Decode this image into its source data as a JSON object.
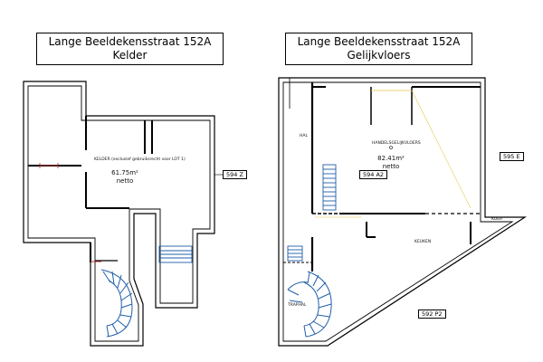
{
  "plans": {
    "kelder": {
      "title_line1": "Lange Beeldekensstraat 152A",
      "title_line2": "Kelder",
      "room_label": "KELDER (exclusief gebruiksrecht voor LOT 1)",
      "area": "61.75m²",
      "area_note": "netto",
      "tag_right": "594 Z"
    },
    "gelijkvloers": {
      "title_line1": "Lange Beeldekensstraat 152A",
      "title_line2": "Gelijkvloers",
      "room_hal": "HAL",
      "room_handelsgelijkvloers": "HANDELSGELIJKVLOERS",
      "area": "82.41m²",
      "area_note": "netto",
      "room_keuken": "KEUKEN",
      "room_koer": "KOER",
      "room_traphal": "TRAPHAL",
      "tag_stair": "594 A2",
      "tag_right": "595 E",
      "tag_bottom": "592 P2"
    }
  },
  "colors": {
    "wall": "#000000",
    "stair": "#1f5fa8",
    "door": "#b03030",
    "hint": "#e6c84a"
  }
}
